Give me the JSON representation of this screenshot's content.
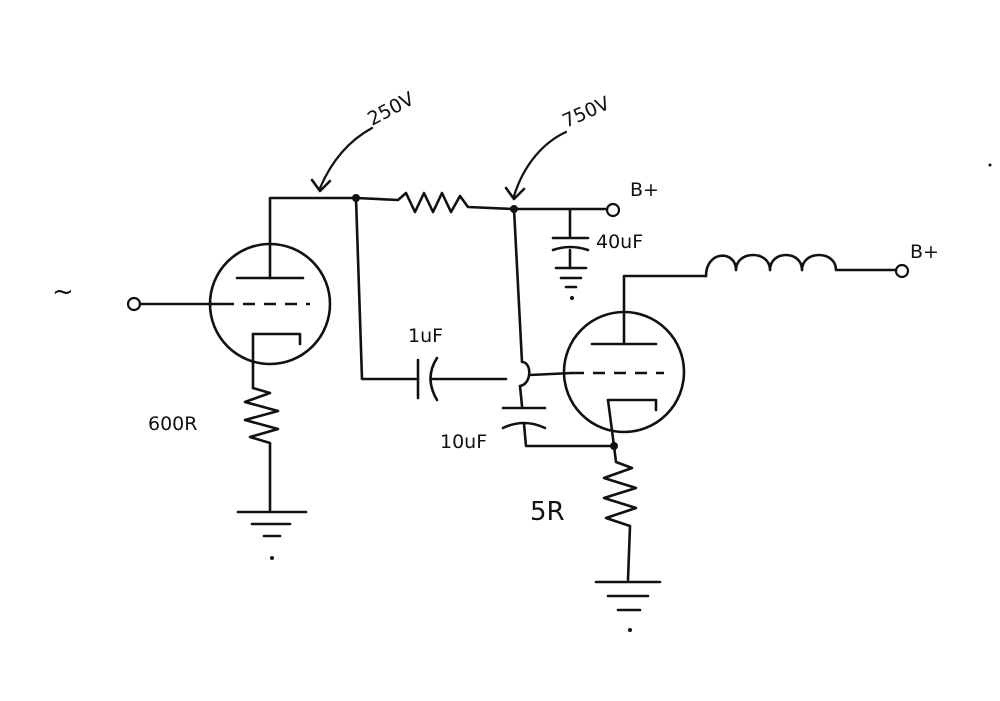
{
  "labels": {
    "input_symbol": "~",
    "voltage_250": "250V",
    "voltage_750": "750V",
    "bplus_1": "B+",
    "bplus_2": "B+",
    "cap_40uf": "40uF",
    "cap_1uf": "1uF",
    "cap_10uf": "10uF",
    "res_600r": "600R",
    "res_5r": "5R"
  }
}
